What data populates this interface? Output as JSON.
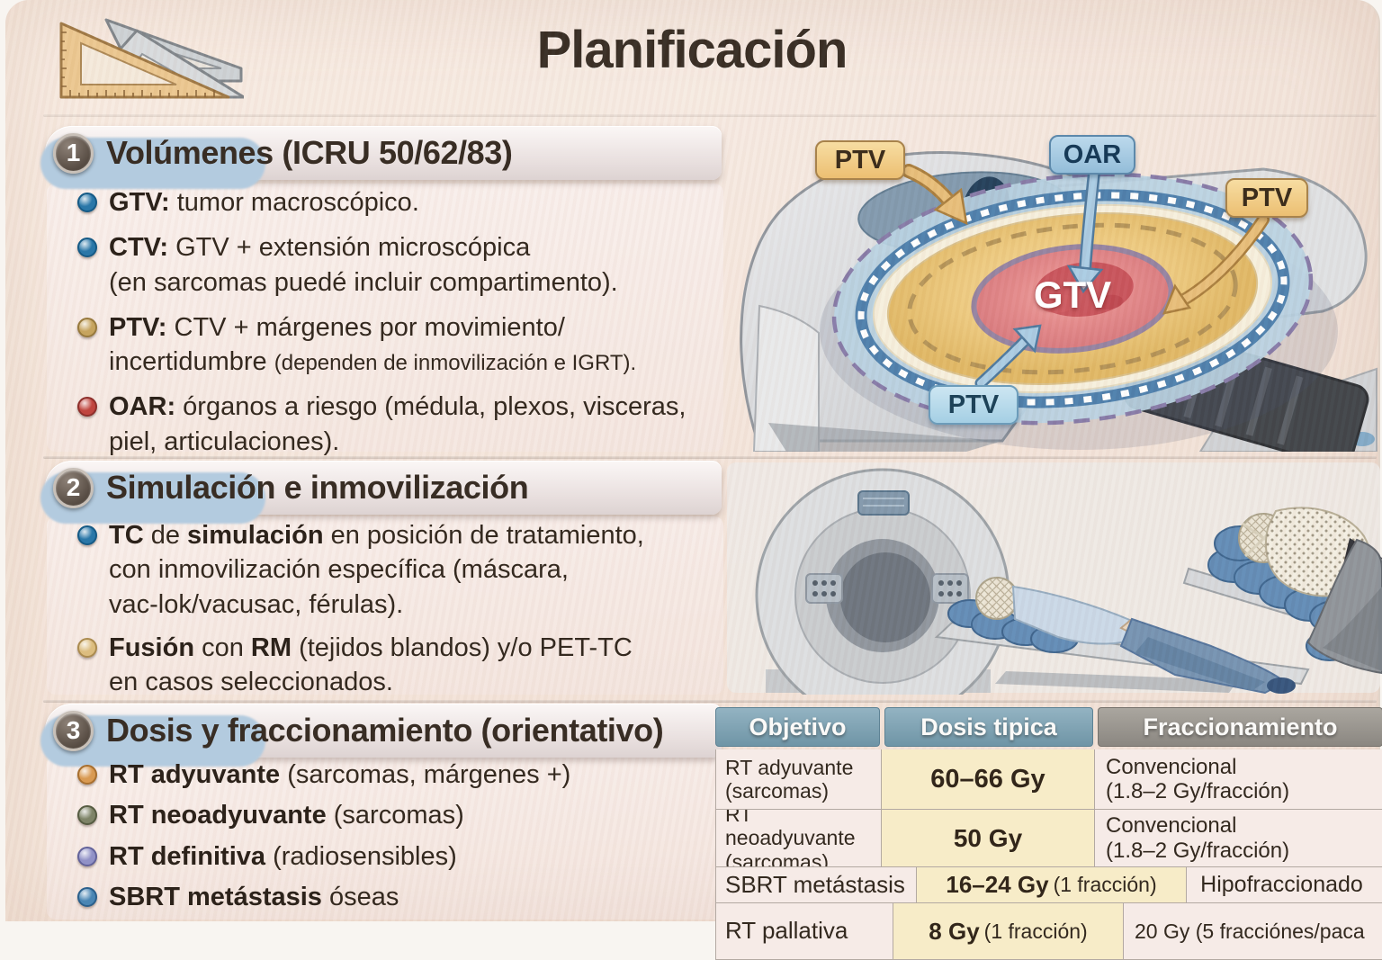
{
  "title": "Planificación",
  "sections": [
    {
      "number": "1",
      "heading": "Volúmenes (ICRU 50/62/83)",
      "bullets": [
        {
          "dot": "#2a77a8",
          "ring": "#155a86",
          "segments": [
            {
              "t": "GTV:",
              "b": true
            },
            {
              "t": " tumor macroscópico.",
              "b": false
            }
          ]
        },
        {
          "dot": "#2a77a8",
          "ring": "#155a86",
          "segments": [
            {
              "t": "CTV:",
              "b": true
            },
            {
              "t": " GTV + extensión microscópica\n(en sarcomas puedé incluir compartimento).",
              "b": false
            }
          ]
        },
        {
          "dot": "#c6a45e",
          "ring": "#97793c",
          "segments": [
            {
              "t": "PTV:",
              "b": true
            },
            {
              "t": " CTV + márgenes por movimiento/\nincertidumbre ",
              "b": false
            },
            {
              "t": "(dependen de inmovilización e IGRT).",
              "b": false,
              "s": true
            }
          ]
        },
        {
          "dot": "#c0463f",
          "ring": "#8e2f2b",
          "segments": [
            {
              "t": "OAR:",
              "b": true
            },
            {
              "t": " órganos a riesgo (médula, plexos, visceras,\npiel, articulaciones).",
              "b": false
            }
          ]
        }
      ]
    },
    {
      "number": "2",
      "heading": "Simulación e inmovilización",
      "bullets": [
        {
          "dot": "#2a77a8",
          "ring": "#155a86",
          "segments": [
            {
              "t": "TC",
              "b": true
            },
            {
              "t": " de ",
              "b": false
            },
            {
              "t": "simulación",
              "b": true
            },
            {
              "t": " en posición de tratamiento,\ncon inmovilización específica (máscara,\nvac-lok/vacusac, férulas).",
              "b": false
            }
          ]
        },
        {
          "dot": "#dcbd7f",
          "ring": "#ab8b4f",
          "segments": [
            {
              "t": "Fusión",
              "b": true
            },
            {
              "t": " con ",
              "b": false
            },
            {
              "t": "RM",
              "b": true
            },
            {
              "t": " (tejidos blandos) y/o PET-TC\nen casos seleccionados.",
              "b": false
            }
          ]
        }
      ]
    },
    {
      "number": "3",
      "heading": "Dosis y fraccionamiento (orientativo)",
      "bullets": [
        {
          "dot": "#d99a52",
          "ring": "#a86f2e",
          "segments": [
            {
              "t": "RT adyuvante",
              "b": true
            },
            {
              "t": " (sarcomas, márgenes +)",
              "b": false
            }
          ]
        },
        {
          "dot": "#7e8468",
          "ring": "#565c42",
          "segments": [
            {
              "t": "RT neoadyuvante",
              "b": true
            },
            {
              "t": " (sarcomas)",
              "b": false
            }
          ]
        },
        {
          "dot": "#9192c7",
          "ring": "#63639b",
          "segments": [
            {
              "t": "RT definitiva",
              "b": true
            },
            {
              "t": " (radiosensibles)",
              "b": false
            }
          ]
        },
        {
          "dot": "#4a86b4",
          "ring": "#2b608c",
          "segments": [
            {
              "t": "SBRT metástasis",
              "b": true
            },
            {
              "t": " óseas",
              "b": false
            }
          ]
        }
      ]
    }
  ],
  "volumes_diagram": {
    "gtv_label": "GTV",
    "callout_ptv_top": "PTV",
    "callout_oar": "OAR",
    "callout_ptv_right": "PTV",
    "callout_ptv_bottom": "PTV"
  },
  "dose_table": {
    "headers": [
      "Objetivo",
      "Dosis tipica",
      "Fraccionamiento"
    ],
    "rows": [
      {
        "objetivo": "RT adyuvante\n(sarcomas)",
        "dose_main": "60–66 Gy",
        "dose_note": "",
        "frac": "Convencional\n(1.8–2 Gy/fracción)"
      },
      {
        "objetivo": "RT neoadyuvante\n(sarcomas)",
        "dose_main": "50 Gy",
        "dose_note": "",
        "frac": "Convencional\n(1.8–2 Gy/fracción)"
      },
      {
        "objetivo": "SBRT metástasis",
        "dose_main": "16–24 Gy",
        "dose_note": "(1 fracción)",
        "frac": "Hipofraccionado"
      },
      {
        "objetivo": "RT pallativa",
        "dose_main": "8 Gy",
        "dose_note": "(1 fracción)",
        "frac": "20 Gy (5 fracciónes/paca"
      }
    ]
  },
  "colors": {
    "card_bg": "#f3e3d8",
    "ink": "#33281f",
    "accent_blue_tab": "#b3cbdf",
    "header_cell_blue": "#7d9fae",
    "header_cell_gray": "#97928b",
    "dose_cell_yellow": "#f7ecc8",
    "gtv_red": "#e28a8c",
    "ctv_tan": "#ecc87f",
    "ptv_blue": "#b7d1e2"
  }
}
